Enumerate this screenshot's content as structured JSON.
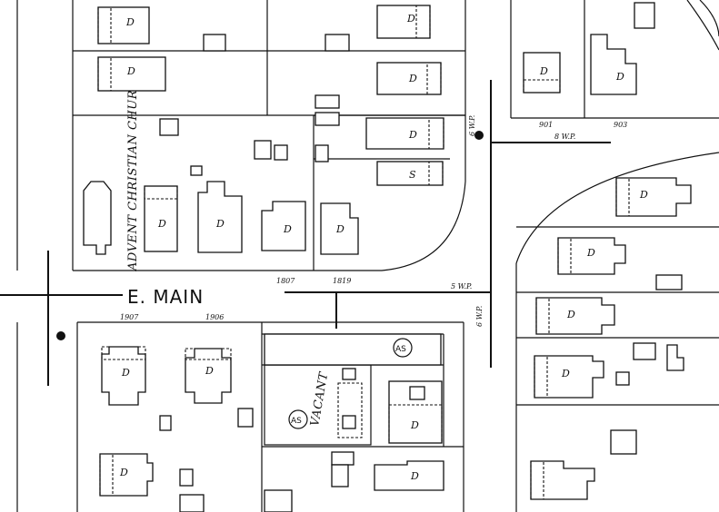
{
  "map": {
    "street_main": "E. MAIN",
    "church_label": "ADVENT CHRISTIAN CHURCH",
    "vacant_label": "VACANT",
    "hydrant_symbol": "AS",
    "building_letters": {
      "dwelling": "D",
      "store": "S"
    },
    "house_numbers": {
      "n901": "901",
      "n903": "903",
      "n1807": "1807",
      "n1819": "1819",
      "n1906": "1906",
      "n1907": "1907"
    },
    "pipe_labels": {
      "north": "6 W.P.",
      "east": "8 W.P.",
      "south": "6 W.P.",
      "main_east": "5 W.P."
    },
    "line_color": "#111111",
    "paper_color": "#ffffff"
  }
}
